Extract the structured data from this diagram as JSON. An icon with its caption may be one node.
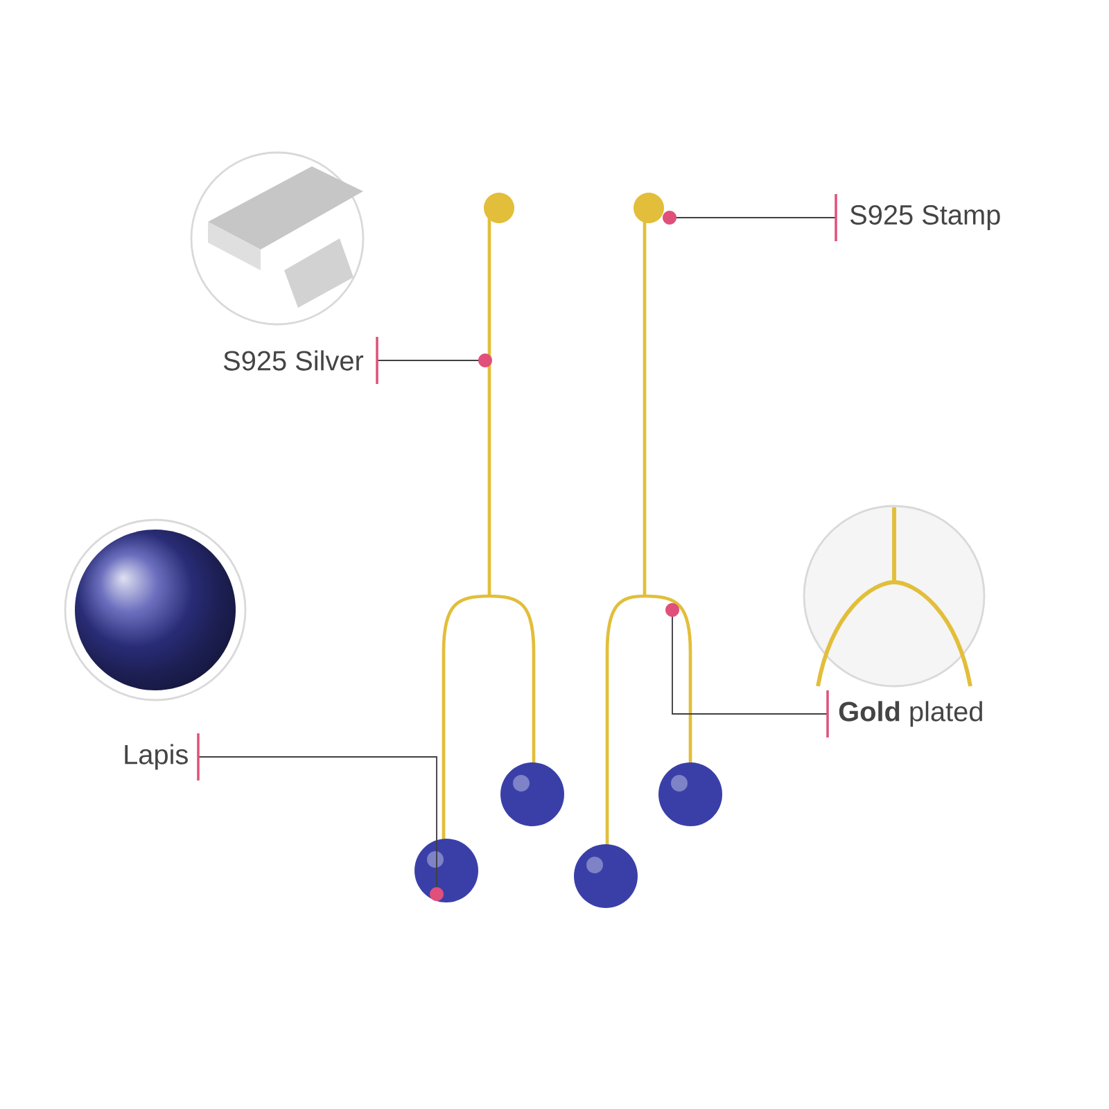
{
  "diagram": {
    "nodes": [
      {
        "text": [
          "S925 Silver"
        ]
      },
      {
        "text": [
          "S925 Stamp"
        ]
      },
      {
        "text": [
          "**Gold** plated"
        ]
      },
      {
        "text": [
          "Lapis"
        ]
      }
    ],
    "edges": [
      {
        "from": 0,
        "to": null,
        "arrow": "other"
      },
      {
        "from": 1,
        "to": null,
        "arrow": "other"
      },
      {
        "from": 2,
        "to": null,
        "arrow": "other"
      },
      {
        "from": 3,
        "to": null,
        "arrow": "other"
      }
    ]
  }
}
